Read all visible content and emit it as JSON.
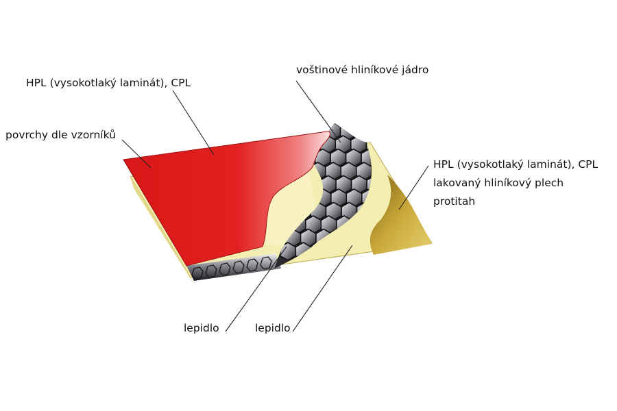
{
  "labels": {
    "hpl_top": "HPL (vysokotlaký laminát), CPL",
    "surfaces": "povrchy dle vzorníků",
    "honeycomb_core": "voštinové hliníkové jádro",
    "hpl_bottom_1": "HPL (vysokotlaký laminát), CPL",
    "hpl_bottom_2": "lakovaný hliníkový plech",
    "hpl_bottom_3": "protitah",
    "adhesive_1": "lepidlo",
    "adhesive_2": "lepidlo"
  },
  "colors": {
    "top_layer_red": "#e01c1c",
    "adhesive_cream": "#f6f0b0",
    "backing_gold": "#c7a636",
    "honeycomb_dark": "#2a2a2a",
    "honeycomb_light": "#e8e8ec",
    "leader_line": "#222222"
  }
}
